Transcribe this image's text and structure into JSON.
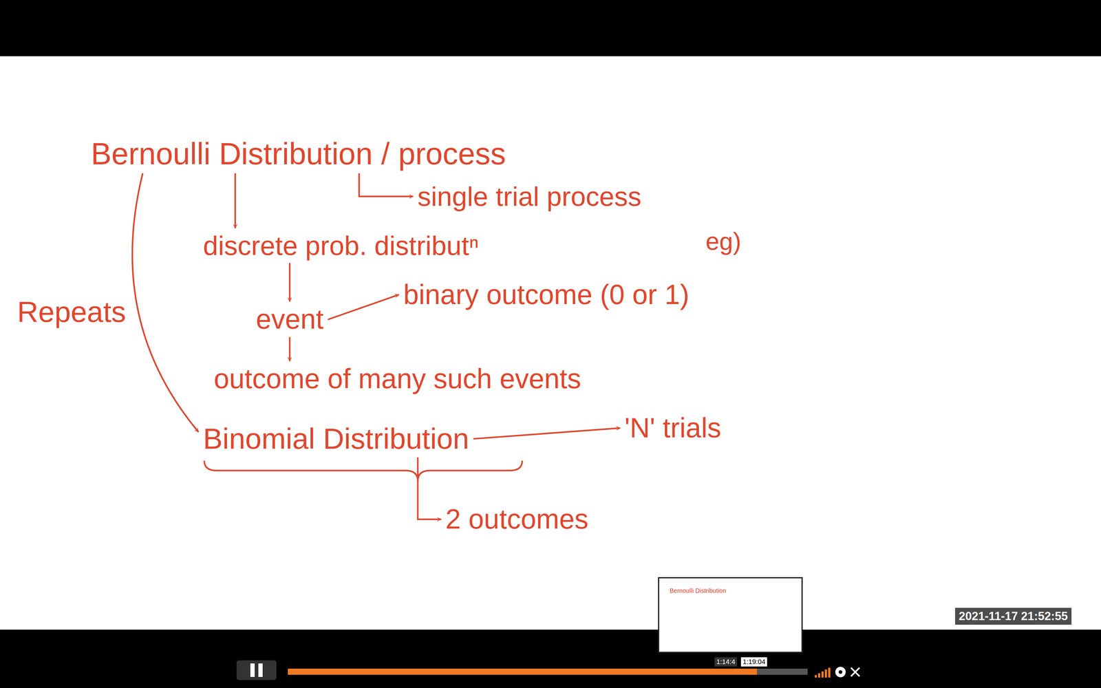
{
  "diagram": {
    "nodes": [
      {
        "text": [
          "Bernoulli Distribution / process"
        ]
      },
      {
        "text": [
          "single trial process"
        ]
      },
      {
        "text": [
          "discrete prob. distributⁿ"
        ]
      },
      {
        "text": [
          "event"
        ]
      },
      {
        "text": [
          "binary outcome (0 or 1)"
        ]
      },
      {
        "text": [
          "outcome of many such events"
        ]
      },
      {
        "text": [
          "Binomial Distribution"
        ]
      },
      {
        "text": [
          "'N' trials"
        ]
      },
      {
        "text": [
          "2 outcomes"
        ]
      }
    ],
    "edges": [
      {
        "from": 0,
        "to": 1,
        "arrow": "to"
      },
      {
        "from": 0,
        "to": 2,
        "arrow": "to"
      },
      {
        "from": 2,
        "to": 3,
        "arrow": "to"
      },
      {
        "from": 3,
        "to": 4,
        "arrow": "to"
      },
      {
        "from": 3,
        "to": 5,
        "arrow": "to"
      },
      {
        "from": 0,
        "to": 6,
        "label": "Repeats",
        "arrow": "to"
      },
      {
        "from": 6,
        "to": 7,
        "arrow": "to"
      },
      {
        "from": 6,
        "to": 8,
        "arrow": "to"
      }
    ],
    "labels": [
      "eg)",
      "2021-11-17 21:52:55",
      "Bernoulli Distribution",
      "1:14:4",
      "1:19:04"
    ]
  }
}
